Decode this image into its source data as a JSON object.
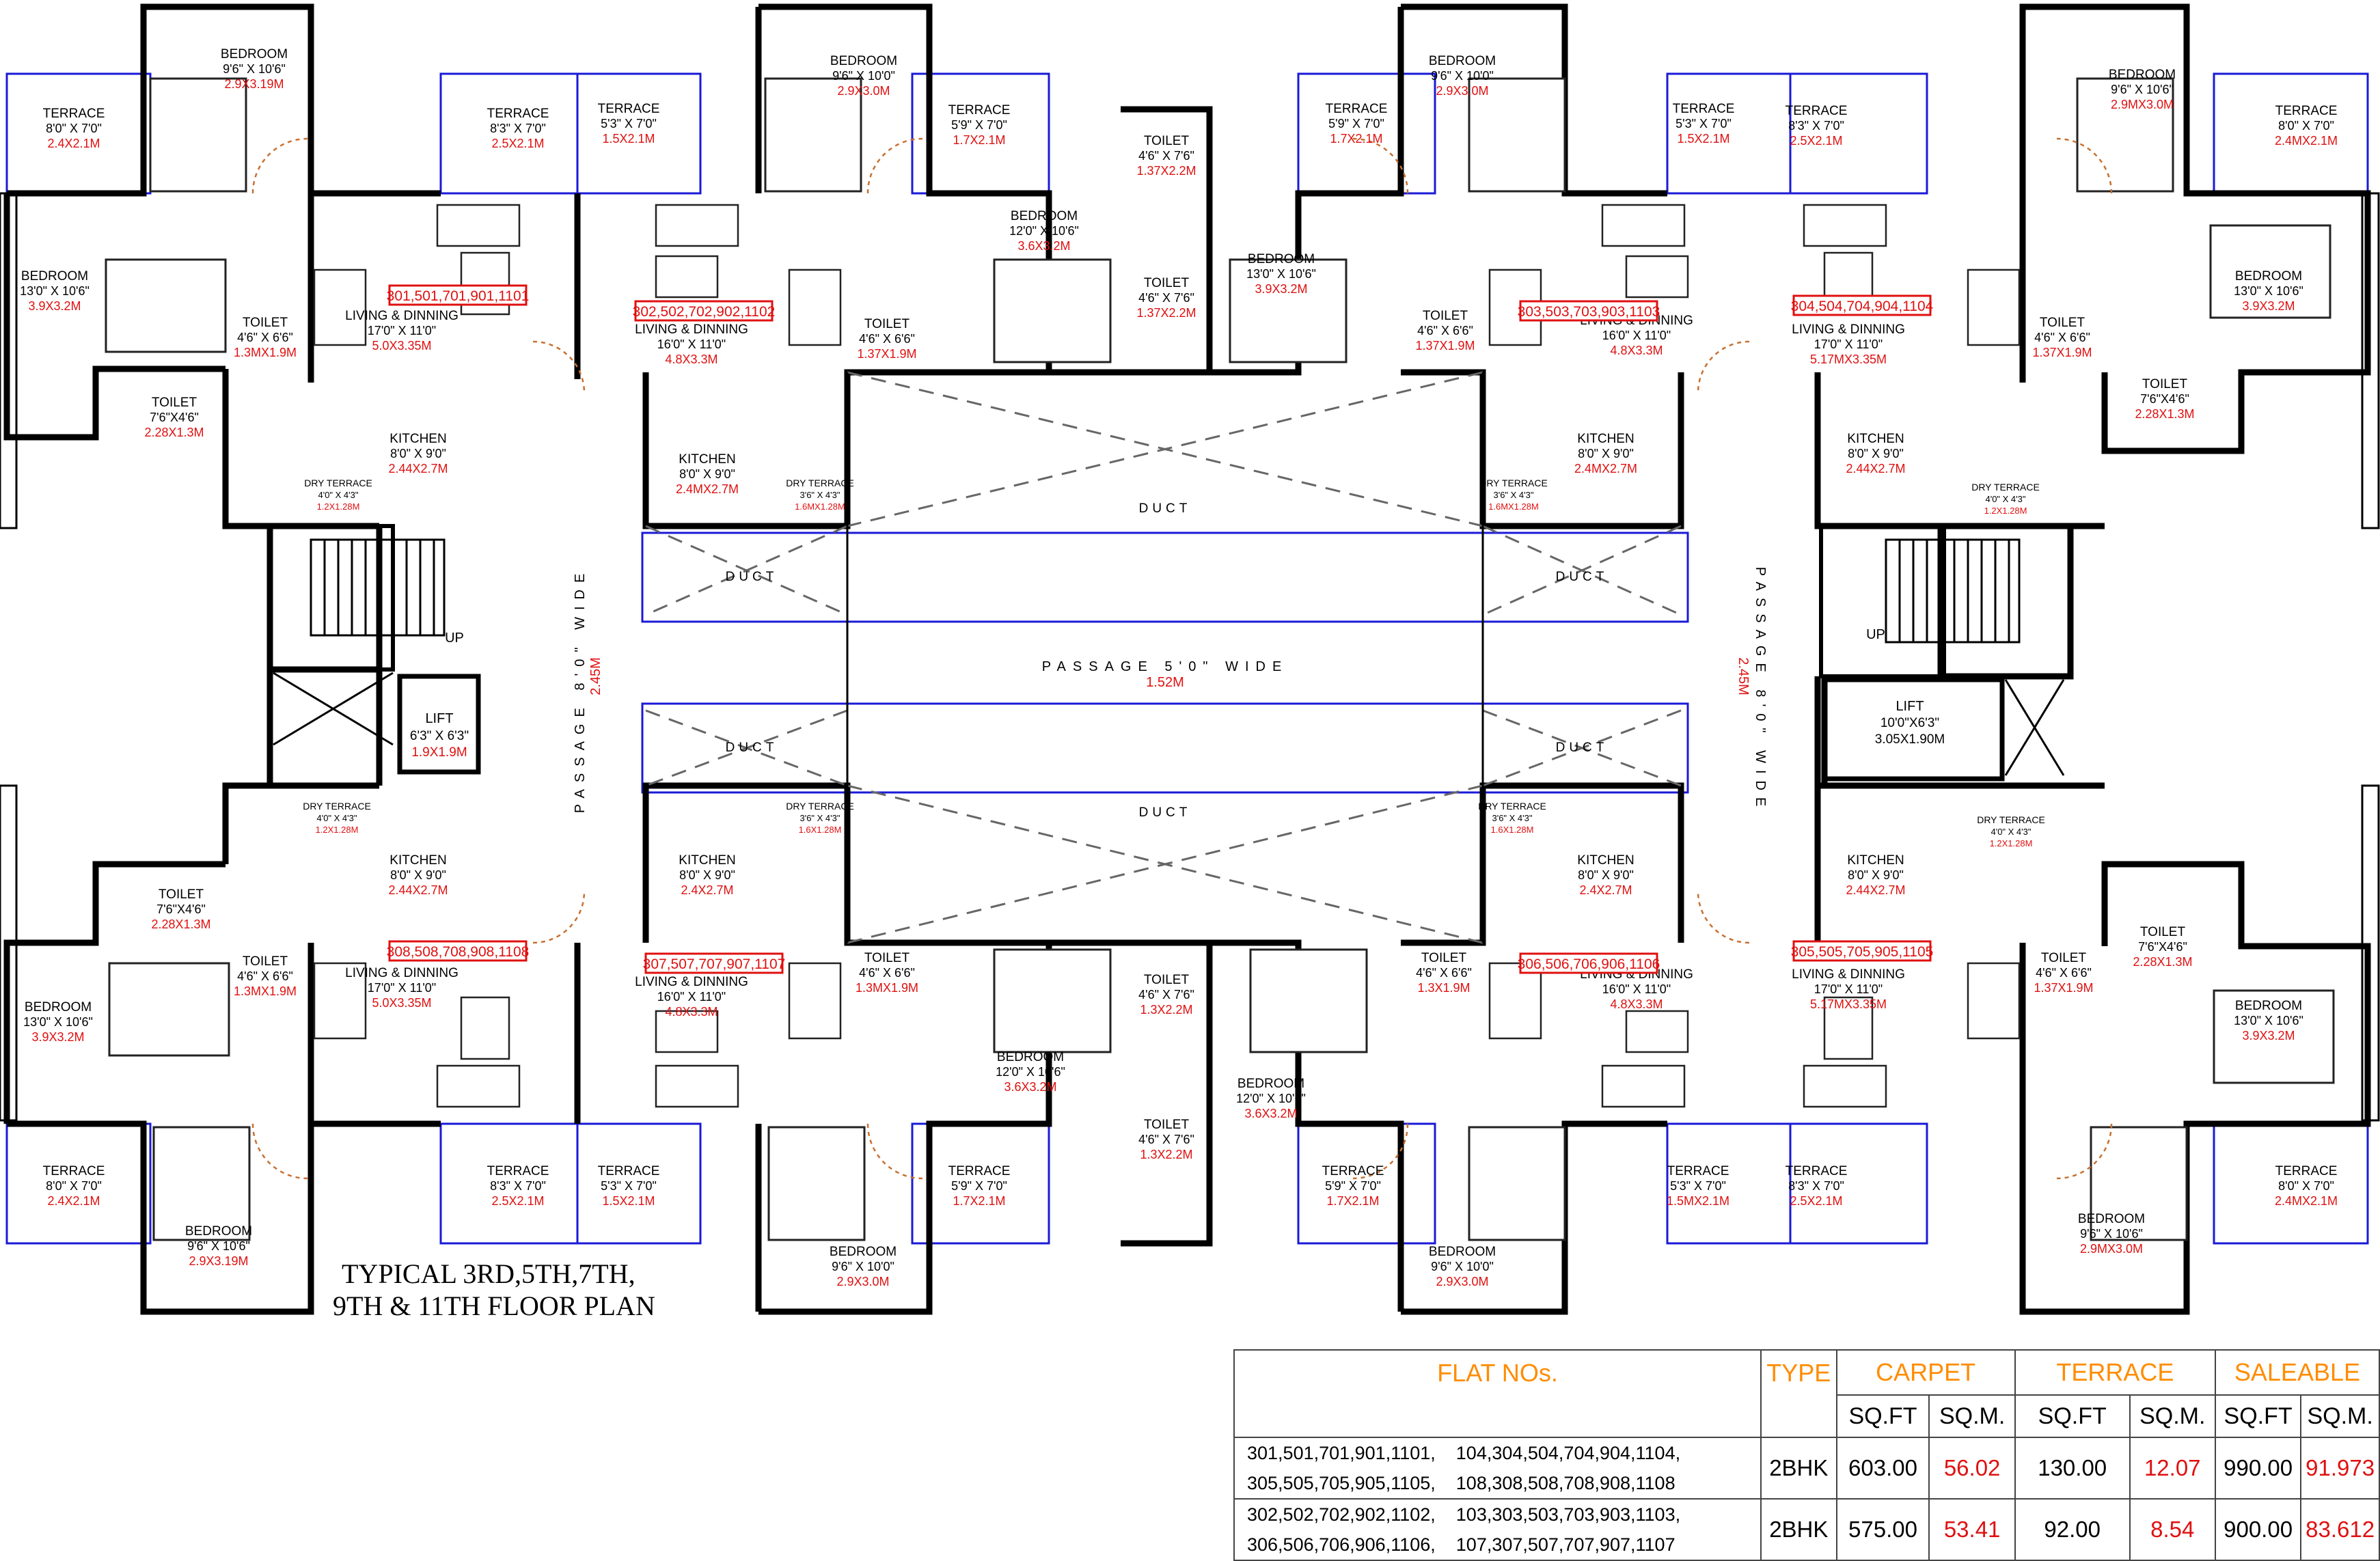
{
  "title": {
    "line1": "TYPICAL 3RD,5TH,7TH,",
    "line2": "9TH & 11TH FLOOR PLAN"
  },
  "passages": {
    "center": "PASSAGE 5'0\" WIDE",
    "center_m": "1.52M",
    "left": "PASSAGE 8'0\" WIDE",
    "left_m": "2.45M",
    "right": "PASSAGE 8'0\" WIDE",
    "right_m": "2.45M"
  },
  "common": {
    "duct": "DUCT",
    "up": "UP",
    "lift_left": {
      "name": "LIFT",
      "ft": "6'3\" X 6'3\"",
      "m": "1.9X1.9M"
    },
    "lift_right": {
      "name": "LIFT",
      "ft": "10'0\"X6'3\"",
      "m": "3.05X1.90M"
    }
  },
  "flat_labels": [
    "301,501,701,901,1101",
    "302,502,702,902,1102",
    "303,503,703,903,1103",
    "304,504,704,904,1104",
    "308,508,708,908,1108",
    "307,507,707,907,1107",
    "306,506,706,906,1106",
    "305,505,705,905,1105"
  ],
  "rooms": [
    {
      "name": "BEDROOM",
      "ft": "9'6\" X 10'6\"",
      "m": "2.9X3.19M"
    },
    {
      "name": "TERRACE",
      "ft": "8'0\" X 7'0\"",
      "m": "2.4X2.1M"
    },
    {
      "name": "TERRACE",
      "ft": "8'3\" X 7'0\"",
      "m": "2.5X2.1M"
    },
    {
      "name": "TERRACE",
      "ft": "5'3\" X 7'0\"",
      "m": "1.5X2.1M"
    },
    {
      "name": "BEDROOM",
      "ft": "9'6\" X 10'0\"",
      "m": "2.9X3.0M"
    },
    {
      "name": "TERRACE",
      "ft": "5'9\" X 7'0\"",
      "m": "1.7X2.1M"
    },
    {
      "name": "TOILET",
      "ft": "4'6\" X 7'6\"",
      "m": "1.37X2.2M"
    },
    {
      "name": "BEDROOM",
      "ft": "12'0\" X 10'6\"",
      "m": "3.6X3.2M"
    },
    {
      "name": "TOILET",
      "ft": "4'6\" X 7'6\"",
      "m": "1.37X2.2M"
    },
    {
      "name": "BEDROOM",
      "ft": "13'0\" X 10'6\"",
      "m": "3.9X3.2M"
    },
    {
      "name": "TERRACE",
      "ft": "5'9\" X 7'0\"",
      "m": "1.7X2.1M"
    },
    {
      "name": "BEDROOM",
      "ft": "9'6\" X 10'0\"",
      "m": "2.9X3.0M"
    },
    {
      "name": "TERRACE",
      "ft": "5'3\" X 7'0\"",
      "m": "1.5X2.1M"
    },
    {
      "name": "TERRACE",
      "ft": "8'3\" X 7'0\"",
      "m": "2.5X2.1M"
    },
    {
      "name": "BEDROOM",
      "ft": "9'6\" X 10'6\"",
      "m": "2.9MX3.0M"
    },
    {
      "name": "TERRACE",
      "ft": "8'0\" X 7'0\"",
      "m": "2.4MX2.1M"
    },
    {
      "name": "BEDROOM",
      "ft": "13'0\" X 10'6\"",
      "m": "3.9X3.2M"
    },
    {
      "name": "TOILET",
      "ft": "4'6\" X 6'6\"",
      "m": "1.3MX1.9M"
    },
    {
      "name": "LIVING & DINNING",
      "ft": "17'0\" X 11'0\"",
      "m": "5.0X3.35M"
    },
    {
      "name": "LIVING & DINNING",
      "ft": "16'0\" X 11'0\"",
      "m": "4.8X3.3M"
    },
    {
      "name": "TOILET",
      "ft": "4'6\" X 6'6\"",
      "m": "1.37X1.9M"
    },
    {
      "name": "TOILET",
      "ft": "4'6\" X 6'6\"",
      "m": "1.37X1.9M"
    },
    {
      "name": "LIVING & DINNING",
      "ft": "16'0\" X 11'0\"",
      "m": "4.8X3.3M"
    },
    {
      "name": "LIVING & DINNING",
      "ft": "17'0\" X 11'0\"",
      "m": "5.17MX3.35M"
    },
    {
      "name": "TOILET",
      "ft": "4'6\" X 6'6\"",
      "m": "1.37X1.9M"
    },
    {
      "name": "BEDROOM",
      "ft": "13'0\" X 10'6\"",
      "m": "3.9X3.2M"
    },
    {
      "name": "TOILET",
      "ft": "7'6\"X4'6\"",
      "m": "2.28X1.3M"
    },
    {
      "name": "TOILET",
      "ft": "7'6\"X4'6\"",
      "m": "2.28X1.3M"
    },
    {
      "name": "KITCHEN",
      "ft": "8'0\" X 9'0\"",
      "m": "2.44X2.7M"
    },
    {
      "name": "KITCHEN",
      "ft": "8'0\" X 9'0\"",
      "m": "2.4MX2.7M"
    },
    {
      "name": "KITCHEN",
      "ft": "8'0\" X 9'0\"",
      "m": "2.4MX2.7M"
    },
    {
      "name": "KITCHEN",
      "ft": "8'0\" X 9'0\"",
      "m": "2.44X2.7M"
    },
    {
      "name": "DRY TERRACE",
      "ft": "4'0\" X 4'3\"",
      "m": "1.2X1.28M"
    },
    {
      "name": "DRY TERRACE",
      "ft": "3'6\" X 4'3\"",
      "m": "1.6MX1.28M"
    },
    {
      "name": "DRY TERRACE",
      "ft": "3'6\" X 4'3\"",
      "m": "1.6MX1.28M"
    },
    {
      "name": "DRY TERRACE",
      "ft": "4'0\" X 4'3\"",
      "m": "1.2X1.28M"
    },
    {
      "name": "DRY TERRACE",
      "ft": "4'0\" X 4'3\"",
      "m": "1.2X1.28M"
    },
    {
      "name": "DRY TERRACE",
      "ft": "3'6\" X 4'3\"",
      "m": "1.6X1.28M"
    },
    {
      "name": "DRY TERRACE",
      "ft": "3'6\" X 4'3\"",
      "m": "1.6X1.28M"
    },
    {
      "name": "DRY TERRACE",
      "ft": "4'0\" X 4'3\"",
      "m": "1.2X1.28M"
    },
    {
      "name": "KITCHEN",
      "ft": "8'0\" X 9'0\"",
      "m": "2.44X2.7M"
    },
    {
      "name": "KITCHEN",
      "ft": "8'0\" X 9'0\"",
      "m": "2.4X2.7M"
    },
    {
      "name": "KITCHEN",
      "ft": "8'0\" X 9'0\"",
      "m": "2.4X2.7M"
    },
    {
      "name": "KITCHEN",
      "ft": "8'0\" X 9'0\"",
      "m": "2.44X2.7M"
    },
    {
      "name": "TOILET",
      "ft": "7'6\"X4'6\"",
      "m": "2.28X1.3M"
    },
    {
      "name": "TOILET",
      "ft": "7'6\"X4'6\"",
      "m": "2.28X1.3M"
    },
    {
      "name": "BEDROOM",
      "ft": "13'0\" X 10'6\"",
      "m": "3.9X3.2M"
    },
    {
      "name": "TOILET",
      "ft": "4'6\" X 6'6\"",
      "m": "1.3MX1.9M"
    },
    {
      "name": "LIVING & DINNING",
      "ft": "17'0\" X 11'0\"",
      "m": "5.0X3.35M"
    },
    {
      "name": "LIVING & DINNING",
      "ft": "16'0\" X 11'0\"",
      "m": "4.8X3.3M"
    },
    {
      "name": "TOILET",
      "ft": "4'6\" X 6'6\"",
      "m": "1.3MX1.9M"
    },
    {
      "name": "TOILET",
      "ft": "4'6\" X 7'6\"",
      "m": "1.3X2.2M"
    },
    {
      "name": "BEDROOM",
      "ft": "12'0\" X 10'6\"",
      "m": "3.6X3.2M"
    },
    {
      "name": "BEDROOM",
      "ft": "12'0\" X 10'6\"",
      "m": "3.6X3.2M"
    },
    {
      "name": "TOILET",
      "ft": "4'6\" X 6'6\"",
      "m": "1.3X1.9M"
    },
    {
      "name": "LIVING & DINNING",
      "ft": "16'0\" X 11'0\"",
      "m": "4.8X3.3M"
    },
    {
      "name": "LIVING & DINNING",
      "ft": "17'0\" X 11'0\"",
      "m": "5.17MX3.35M"
    },
    {
      "name": "TOILET",
      "ft": "4'6\" X 6'6\"",
      "m": "1.37X1.9M"
    },
    {
      "name": "BEDROOM",
      "ft": "13'0\" X 10'6\"",
      "m": "3.9X3.2M"
    },
    {
      "name": "TERRACE",
      "ft": "8'0\" X 7'0\"",
      "m": "2.4X2.1M"
    },
    {
      "name": "BEDROOM",
      "ft": "9'6\" X 10'6\"",
      "m": "2.9X3.19M"
    },
    {
      "name": "TERRACE",
      "ft": "8'3\" X 7'0\"",
      "m": "2.5X2.1M"
    },
    {
      "name": "TERRACE",
      "ft": "5'3\" X 7'0\"",
      "m": "1.5X2.1M"
    },
    {
      "name": "BEDROOM",
      "ft": "9'6\" X 10'0\"",
      "m": "2.9X3.0M"
    },
    {
      "name": "TERRACE",
      "ft": "5'9\" X 7'0\"",
      "m": "1.7X2.1M"
    },
    {
      "name": "TOILET",
      "ft": "4'6\" X 7'6\"",
      "m": "1.3X2.2M"
    },
    {
      "name": "TERRACE",
      "ft": "5'9\" X 7'0\"",
      "m": "1.7X2.1M"
    },
    {
      "name": "BEDROOM",
      "ft": "9'6\" X 10'0\"",
      "m": "2.9X3.0M"
    },
    {
      "name": "TERRACE",
      "ft": "5'3\" X 7'0\"",
      "m": "1.5MX2.1M"
    },
    {
      "name": "TERRACE",
      "ft": "8'3\" X 7'0\"",
      "m": "2.5X2.1M"
    },
    {
      "name": "BEDROOM",
      "ft": "9'6\" X 10'6\"",
      "m": "2.9MX3.0M"
    },
    {
      "name": "TERRACE",
      "ft": "8'0\" X 7'0\"",
      "m": "2.4MX2.1M"
    }
  ],
  "table": {
    "headers": {
      "flat_nos": "FLAT NOs.",
      "type": "TYPE",
      "carpet": "CARPET",
      "terrace": "TERRACE",
      "saleable": "SALEABLE"
    },
    "units": {
      "sqft": "SQ.FT",
      "sqm": "SQ.M."
    },
    "rows": [
      {
        "flats_a": "301,501,701,901,1101,",
        "flats_b": "104,304,504,704,904,1104,",
        "flats_c": "305,505,705,905,1105,",
        "flats_d": "108,308,508,708,908,1108",
        "type": "2BHK",
        "carpet_sqft": "603.00",
        "carpet_sqm": "56.02",
        "terrace_sqft": "130.00",
        "terrace_sqm": "12.07",
        "saleable_sqft": "990.00",
        "saleable_sqm": "91.973"
      },
      {
        "flats_a": "302,502,702,902,1102,",
        "flats_b": "103,303,503,703,903,1103,",
        "flats_c": "306,506,706,906,1106,",
        "flats_d": "107,307,507,707,907,1107",
        "type": "2BHK",
        "carpet_sqft": "575.00",
        "carpet_sqm": "53.41",
        "terrace_sqft": "92.00",
        "terrace_sqm": "8.54",
        "saleable_sqft": "900.00",
        "saleable_sqm": "83.612"
      }
    ]
  }
}
